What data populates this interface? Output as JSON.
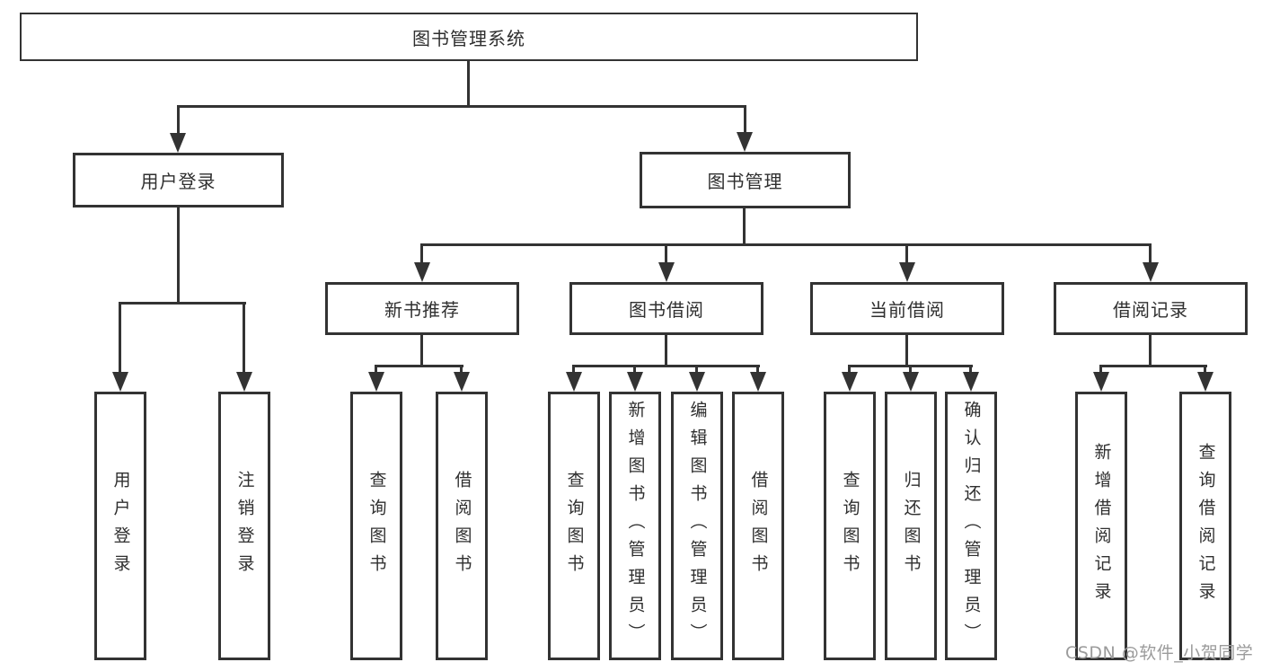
{
  "tree": {
    "root": {
      "label": "图书管理系统"
    },
    "branches": [
      {
        "label": "用户登录",
        "children": [
          {
            "label": "用户登录"
          },
          {
            "label": "注销登录"
          }
        ]
      },
      {
        "label": "图书管理",
        "children": [
          {
            "label": "新书推荐",
            "children": [
              {
                "label": "查询图书"
              },
              {
                "label": "借阅图书"
              }
            ]
          },
          {
            "label": "图书借阅",
            "children": [
              {
                "label": "查询图书"
              },
              {
                "label": "新增图书（管理员）"
              },
              {
                "label": "编辑图书（管理员）"
              },
              {
                "label": "借阅图书"
              }
            ]
          },
          {
            "label": "当前借阅",
            "children": [
              {
                "label": "查询图书"
              },
              {
                "label": "归还图书"
              },
              {
                "label": "确认归还（管理员）"
              }
            ]
          },
          {
            "label": "借阅记录",
            "children": [
              {
                "label": "新增借阅记录"
              },
              {
                "label": "查询借阅记录"
              }
            ]
          }
        ]
      }
    ]
  },
  "watermark": {
    "text": "CSDN @软件_小贺同学",
    "color": "#9b9b9b"
  },
  "style": {
    "line_color": "#333333",
    "box_border_color": "#333333",
    "text_color": "#2f2f2f",
    "background_color": "#ffffff"
  }
}
